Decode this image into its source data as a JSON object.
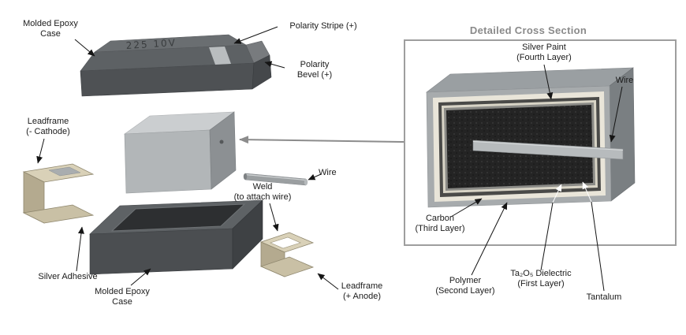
{
  "exploded": {
    "molded_epoxy_top_1": "Molded Epoxy",
    "molded_epoxy_top_2": "Case",
    "polarity_stripe": "Polarity Stripe (+)",
    "polarity_bevel_1": "Polarity",
    "polarity_bevel_2": "Bevel (+)",
    "leadframe_cathode_1": "Leadframe",
    "leadframe_cathode_2": "(- Cathode)",
    "silver_adhesive": "Silver Adhesive",
    "molded_epoxy_bottom_1": "Molded Epoxy",
    "molded_epoxy_bottom_2": "Case",
    "weld_1": "Weld",
    "weld_2": "(to attach wire)",
    "wire": "Wire",
    "leadframe_anode_1": "Leadframe",
    "leadframe_anode_2": "(+ Anode)",
    "case_marking": "225 10V"
  },
  "cross_section": {
    "title": "Detailed Cross Section",
    "silver_paint_1": "Silver Paint",
    "silver_paint_2": "(Fourth Layer)",
    "wire": "Wire",
    "carbon_1": "Carbon",
    "carbon_2": "(Third Layer)",
    "polymer_1": "Polymer",
    "polymer_2": "(Second Layer)",
    "ta2o5_1": "Ta₂O₅ Dielectric",
    "ta2o5_2": "(First Layer)",
    "tantalum": "Tantalum"
  },
  "colors": {
    "epoxy_case": "#54575a",
    "leadframe_metal": "#d9d1b8",
    "silver_paint_layer": "#e9e5d9",
    "carbon_layer": "#4a4a48",
    "tantalum_core": "#242424",
    "panel_border": "#9e9e9e",
    "title_gray": "#8a8a8a"
  }
}
